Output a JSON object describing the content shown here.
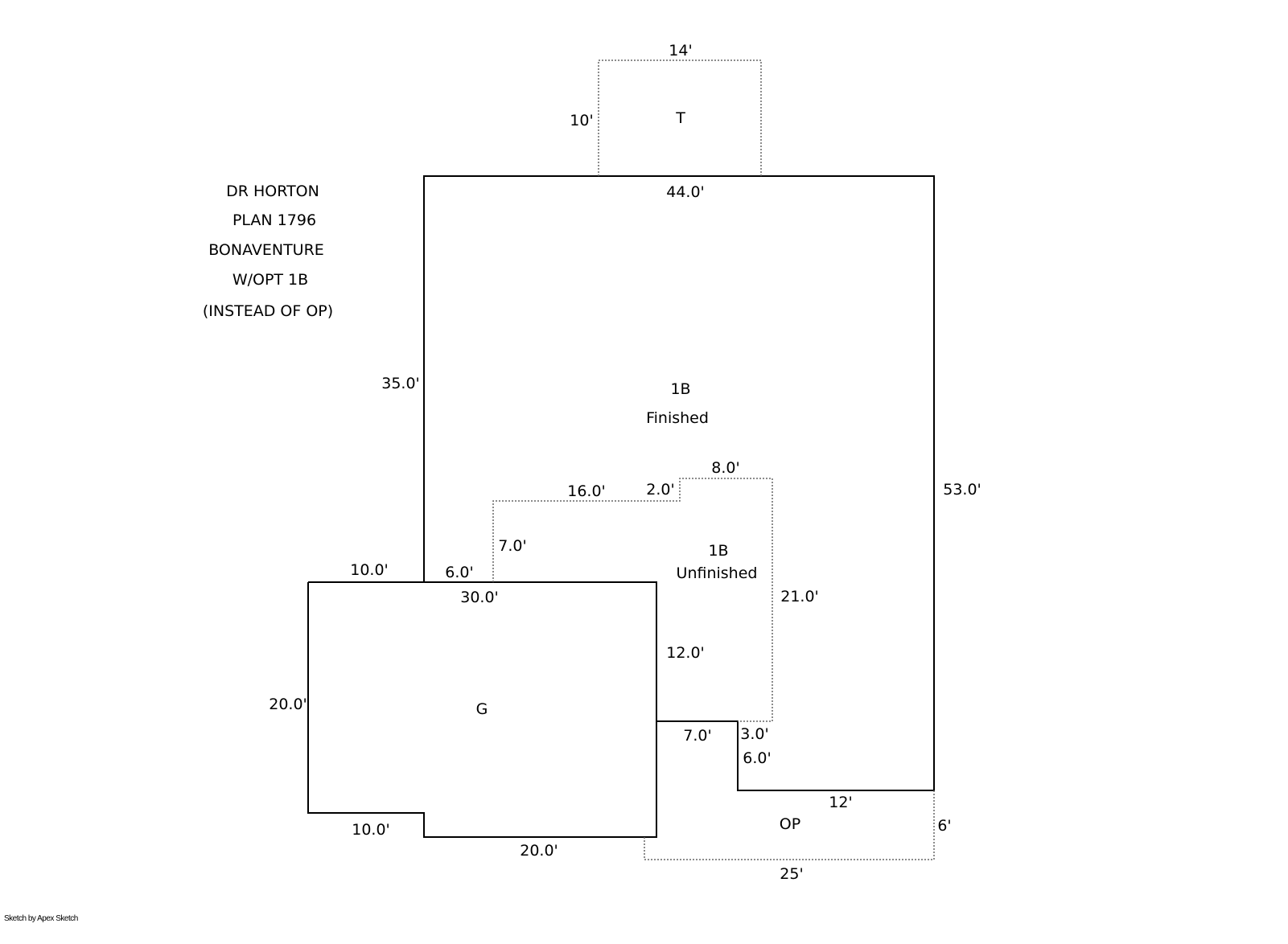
{
  "notes": [
    "DR HORTON",
    "PLAN 1796",
    "BONAVENTURE",
    "W/OPT 1B",
    "(INSTEAD OF OP)"
  ],
  "areas": {
    "t": "T",
    "finished_code": "1B",
    "finished": "Finished",
    "unfinished_code": "1B",
    "unfinished": "Unfinished",
    "garage": "G",
    "op": "OP"
  },
  "dims": {
    "t_top": "14'",
    "t_side": "10'",
    "main_top": "44.0'",
    "main_left": "35.0'",
    "main_right": "53.0'",
    "u_16": "16.0'",
    "u_2": "2.0'",
    "u_8": "8.0'",
    "u_7": "7.0'",
    "u_21": "21.0'",
    "g_10_top": "10.0'",
    "g_6": "6.0'",
    "g_30": "30.0'",
    "g_20_left": "20.0'",
    "g_12": "12.0'",
    "g_10_bot": "10.0'",
    "g_20_bot": "20.0'",
    "s_7": "7.0'",
    "s_3": "3.0'",
    "s_6": "6.0'",
    "op_12": "12'",
    "op_6": "6'",
    "op_25": "25'"
  },
  "footer": "Sketch by Apex Sketch"
}
